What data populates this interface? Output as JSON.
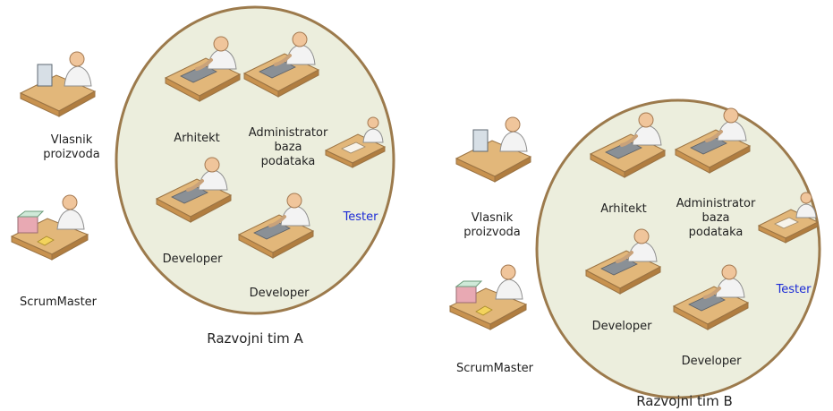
{
  "team_a": {
    "product_owner": "Vlasnik\nproizvoda",
    "scrum_master": "ScrumMaster",
    "architect": "Arhitekt",
    "db_admin": "Administrator\nbaza\npodataka",
    "tester": "Tester",
    "developer_1": "Developer",
    "developer_2": "Developer",
    "caption": "Razvojni tim A"
  },
  "team_b": {
    "product_owner": "Vlasnik\nproizvoda",
    "scrum_master": "ScrumMaster",
    "architect": "Arhitekt",
    "db_admin": "Administrator\nbaza\npodataka",
    "tester": "Tester",
    "developer_1": "Developer",
    "developer_2": "Developer",
    "caption": "Razvojni tim B"
  },
  "colors": {
    "circle_fill": "#eceedd",
    "circle_stroke": "#9c7a4c",
    "tester_text": "#1c2bd6"
  }
}
